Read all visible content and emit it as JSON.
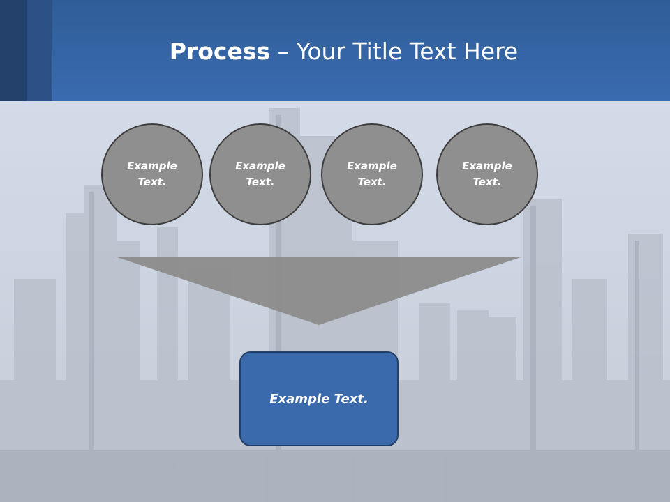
{
  "slide": {
    "title_bold": "Process",
    "title_rest": " – Your Title Text Here"
  },
  "process": {
    "steps": [
      {
        "line1": "Example",
        "line2": "Text."
      },
      {
        "line1": "Example",
        "line2": "Text."
      },
      {
        "line1": "Example",
        "line2": "Text."
      },
      {
        "line1": "Example",
        "line2": "Text."
      }
    ],
    "result": "Example Text."
  },
  "colors": {
    "header": "#3a6bb0",
    "circle_fill": "#8f8f8f",
    "funnel_fill": "#8c8c8c",
    "result_box": "#3a6aac"
  }
}
